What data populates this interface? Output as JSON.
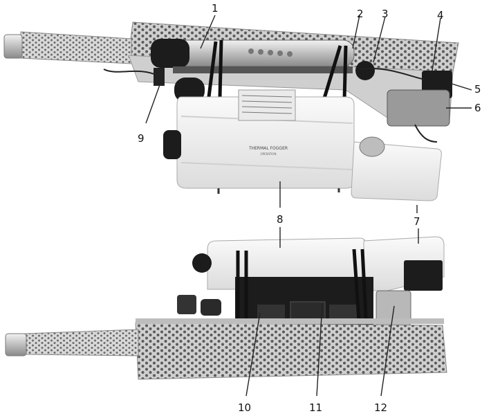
{
  "tank_label": {
    "brand": "THERMAL FOGGER",
    "sub": "OPERATION"
  },
  "callouts": [
    {
      "id": "1",
      "label": "1"
    },
    {
      "id": "2",
      "label": "2"
    },
    {
      "id": "3",
      "label": "3"
    },
    {
      "id": "4",
      "label": "4"
    },
    {
      "id": "5",
      "label": "5"
    },
    {
      "id": "6",
      "label": "6"
    },
    {
      "id": "7",
      "label": "7"
    },
    {
      "id": "8",
      "label": "8"
    },
    {
      "id": "9",
      "label": "9"
    },
    {
      "id": "10",
      "label": "10"
    },
    {
      "id": "11",
      "label": "11"
    },
    {
      "id": "12",
      "label": "12"
    }
  ],
  "colors": {
    "steel_light": "#e4e4e4",
    "steel_mid": "#b9b9b9",
    "steel_dark": "#7d7d7d",
    "tank_white": "#f3f3f3",
    "black_part": "#1c1c1c"
  }
}
